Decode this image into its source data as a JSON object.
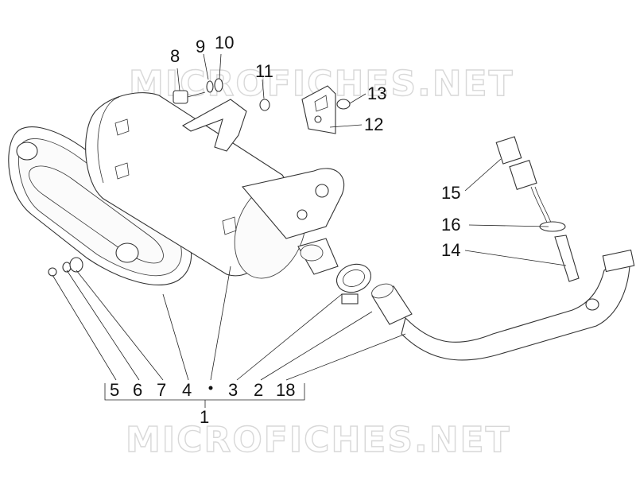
{
  "watermark": "MICROFICHES.NET",
  "callouts": {
    "c1": "1",
    "c2": "2",
    "c3": "3",
    "c4": "4",
    "c5": "5",
    "c6": "6",
    "c7": "7",
    "c8": "8",
    "c9": "9",
    "c10": "10",
    "c11": "11",
    "c12": "12",
    "c13": "13",
    "c14": "14",
    "c15": "15",
    "c16": "16",
    "c18": "18"
  }
}
